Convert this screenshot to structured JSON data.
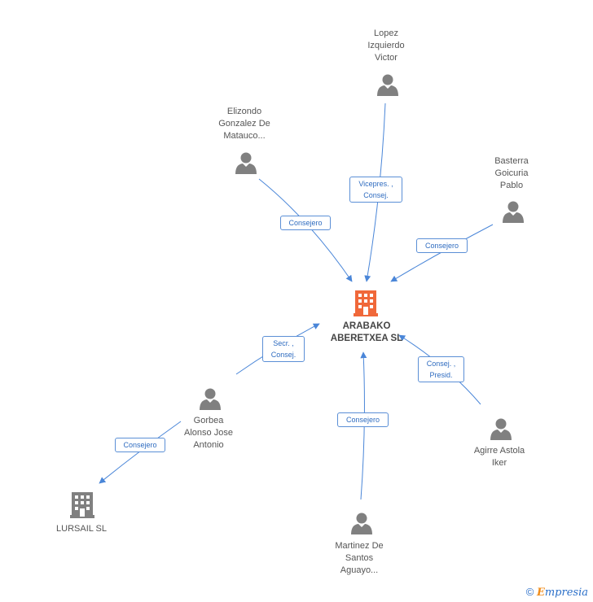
{
  "center": {
    "name": "ARABAKO\nABERETXEA SL"
  },
  "people": [
    {
      "id": "lopez",
      "name": "Lopez\nIzquierdo\nVictor"
    },
    {
      "id": "elizondo",
      "name": "Elizondo\nGonzalez De\nMatauco..."
    },
    {
      "id": "basterra",
      "name": "Basterra\nGoicuria\nPablo"
    },
    {
      "id": "gorbea",
      "name": "Gorbea\nAlonso Jose\nAntonio"
    },
    {
      "id": "martinez",
      "name": "Martinez De\nSantos\nAguayo..."
    },
    {
      "id": "aguirre",
      "name": "Agirre Astola\nIker"
    }
  ],
  "companies": [
    {
      "id": "lursail",
      "name": "LURSAIL SL"
    }
  ],
  "edges": [
    {
      "from": "lopez",
      "label": "Vicepres. ,\nConsej."
    },
    {
      "from": "elizondo",
      "label": "Consejero"
    },
    {
      "from": "basterra",
      "label": "Consejero"
    },
    {
      "from": "gorbea",
      "label": "Secr. ,\nConsej."
    },
    {
      "from": "martinez",
      "label": "Consejero"
    },
    {
      "from": "aguirre",
      "label": "Consej. ,\nPresid."
    },
    {
      "from": "gorbea",
      "to": "lursail",
      "label": "Consejero"
    }
  ],
  "footer": {
    "copyright": "©",
    "brand_first": "E",
    "brand_rest": "mpresia"
  },
  "colors": {
    "edge": "#4a86d8",
    "person": "#808080",
    "center_building": "#f0683a",
    "company_building": "#808080"
  }
}
